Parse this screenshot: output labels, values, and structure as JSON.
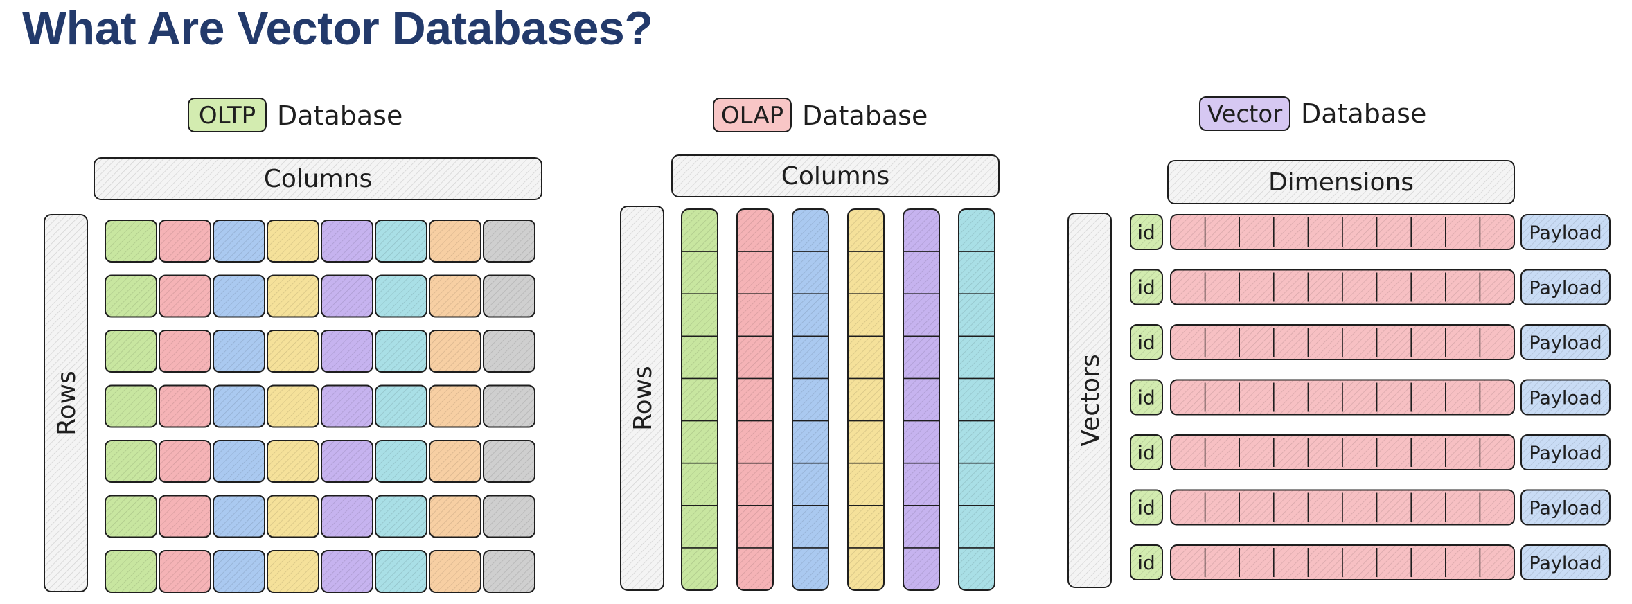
{
  "title": "What Are Vector Databases?",
  "panels": [
    {
      "id": "oltp",
      "badge": "OLTP",
      "suffix": "Database",
      "badge_color": "#d3ecb0",
      "header_label": "Columns",
      "side_label": "Rows",
      "layout": "grid",
      "row_count": 7,
      "cell_colors": [
        "#c8e6a0",
        "#f5b3b6",
        "#aac9f0",
        "#f5e19a",
        "#c6b3ef",
        "#a9dfe6",
        "#f7cfa3",
        "#cfcfcf"
      ]
    },
    {
      "id": "olap",
      "badge": "OLAP",
      "suffix": "Database",
      "badge_color": "#f8c6c6",
      "header_label": "Columns",
      "side_label": "Rows",
      "layout": "columns",
      "segments": 9,
      "column_colors": [
        "#c8e6a0",
        "#f5b3b6",
        "#aac9f0",
        "#f5e19a",
        "#c6b3ef",
        "#a9dfe6"
      ]
    },
    {
      "id": "vector",
      "badge": "Vector",
      "suffix": "Database",
      "badge_color": "#d6c8f2",
      "header_label": "Dimensions",
      "side_label": "Vectors",
      "layout": "vectors",
      "row_count": 7,
      "dims_per_vector": 10,
      "id_label": "id",
      "payload_label": "Payload",
      "vector_color": "#f7c0c3",
      "id_color": "#d3ecb0",
      "payload_color": "#c9dcf5"
    }
  ]
}
